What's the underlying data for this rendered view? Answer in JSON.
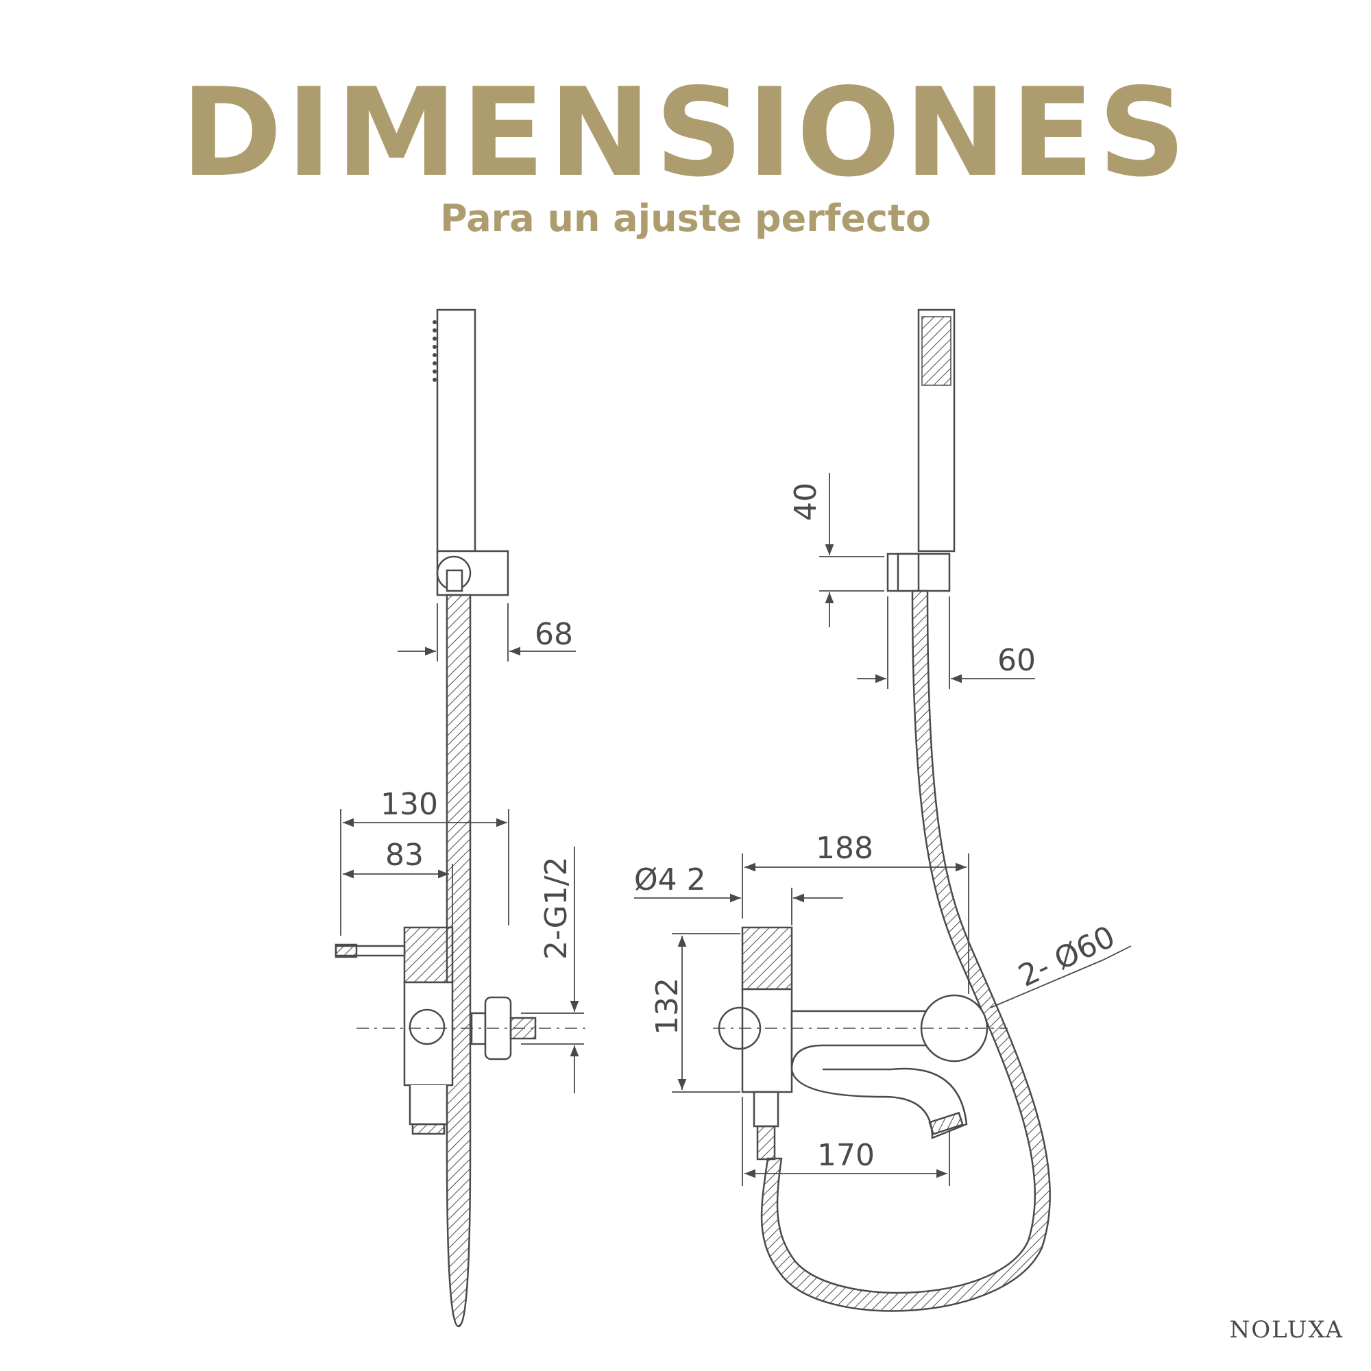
{
  "header": {
    "title": "DIMENSIONES",
    "subtitle": "Para un ajuste perfecto"
  },
  "dimensions": {
    "d68": "68",
    "d40": "40",
    "d60": "60",
    "d130": "130",
    "d83": "83",
    "d2g12": "2-G1/2",
    "d188": "188",
    "d42": "Ø4 2",
    "d260": "2- Ø60",
    "d132": "132",
    "d170": "170"
  },
  "brand": {
    "name": "NOLUXA"
  },
  "colors": {
    "accent": "#ad9d6e",
    "line": "#4a4a4a",
    "background": "#ffffff"
  }
}
